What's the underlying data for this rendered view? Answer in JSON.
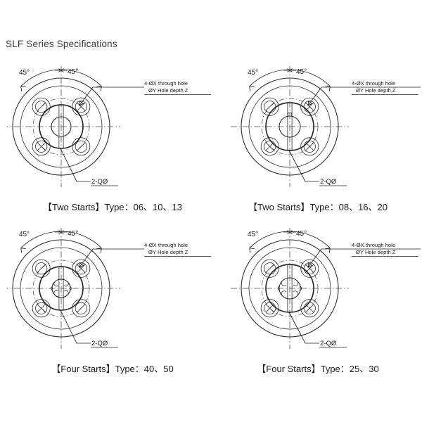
{
  "page": {
    "title": "SLF Series Specifications",
    "background_color": "#ffffff",
    "line_color": "#2b2b2b",
    "text_color": "#1c1c1c"
  },
  "annotations": {
    "hole_note_line1": "4-ØX through hole",
    "hole_note_line2": "ØY Hole depth Z",
    "keyway_note": "2-QØ",
    "angle_left": "45°",
    "angle_right": "45°"
  },
  "figures": [
    {
      "id": "fig-top-left",
      "starts_label": "【Two Starts】",
      "type_label": "Type：",
      "types": "06、10、13",
      "caption": "【Two Starts】Type：06、10、13",
      "center_bore": "round-with-keyway",
      "bolt_holes": 4,
      "bolt_hole_marks": [
        "slash",
        "cross",
        "cross",
        "slash"
      ],
      "angle_left": "45°",
      "angle_right": "45°",
      "hole_note_line1": "4-ØX through hole",
      "hole_note_line2": "ØY Hole depth Z",
      "keyway_note": "2-QØ"
    },
    {
      "id": "fig-top-right",
      "starts_label": "【Two Starts】",
      "type_label": "Type：",
      "types": "08、16、20",
      "caption": "【Two Starts】Type：08、16、20",
      "center_bore": "round-with-keyway",
      "bolt_holes": 4,
      "bolt_hole_marks": [
        "slash",
        "cross",
        "cross",
        "cross"
      ],
      "angle_left": "45°",
      "angle_right": "45°",
      "hole_note_line1": "4-ØX through hole",
      "hole_note_line2": "ØY Hole depth Z",
      "keyway_note": "2-QØ"
    },
    {
      "id": "fig-bottom-left",
      "starts_label": "【Four Starts】",
      "type_label": "Type：",
      "types": "40、50",
      "caption": "【Four Starts】Type：40、50",
      "center_bore": "splined-with-keyway",
      "bolt_holes": 4,
      "bolt_hole_marks": [
        "slash",
        "cross",
        "cross",
        "slash"
      ],
      "angle_left": "45°",
      "angle_right": "45°",
      "hole_note_line1": "4-ØX through hole",
      "hole_note_line2": "ØY Hole depth Z",
      "keyway_note": "2-QØ"
    },
    {
      "id": "fig-bottom-right",
      "starts_label": "【Four Starts】",
      "type_label": "Type：",
      "types": "25、30",
      "caption": "【Four Starts】Type：25、30",
      "center_bore": "splined-with-keyway",
      "bolt_holes": 4,
      "bolt_hole_marks": [
        "slash",
        "cross",
        "cross",
        "cross"
      ],
      "angle_left": "45°",
      "angle_right": "45°",
      "hole_note_line1": "4-ØX through hole",
      "hole_note_line2": "ØY Hole depth Z",
      "keyway_note": "2-QØ"
    }
  ]
}
